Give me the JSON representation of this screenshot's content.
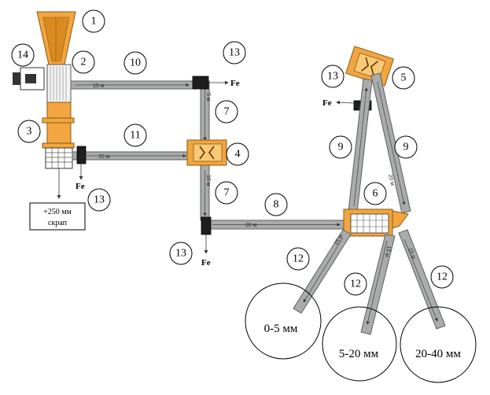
{
  "colors": {
    "orange": "#f2a540",
    "belt": "#a9acab",
    "magnet": "#1e1e1e"
  },
  "component_numbers": {
    "n1": "1",
    "n2": "2",
    "n3": "3",
    "n4": "4",
    "n5": "5",
    "n6": "6",
    "n7a": "7",
    "n7b": "7",
    "n8": "8",
    "n9a": "9",
    "n9b": "9",
    "n10": "10",
    "n11": "11",
    "n12a": "12",
    "n12b": "12",
    "n12c": "12",
    "n13a": "13",
    "n13b": "13",
    "n13c": "13",
    "n13d": "13",
    "n14": "14"
  },
  "iron_label": "Fe",
  "belt_labels": {
    "belt10": "15 м",
    "belt11": "15 м",
    "belt8": "20 м",
    "belt7a": "5 м",
    "belt7b": "10 м",
    "belt9": "20 м",
    "belt12a": "15 м",
    "belt12b": "15 м",
    "belt12c": "15 м"
  },
  "scrap_box": {
    "line1": "+250 мм",
    "line2": "скрап"
  },
  "fractions": {
    "f1": "0-5 мм",
    "f2": "5-20 мм",
    "f3": "20-40 мм"
  }
}
